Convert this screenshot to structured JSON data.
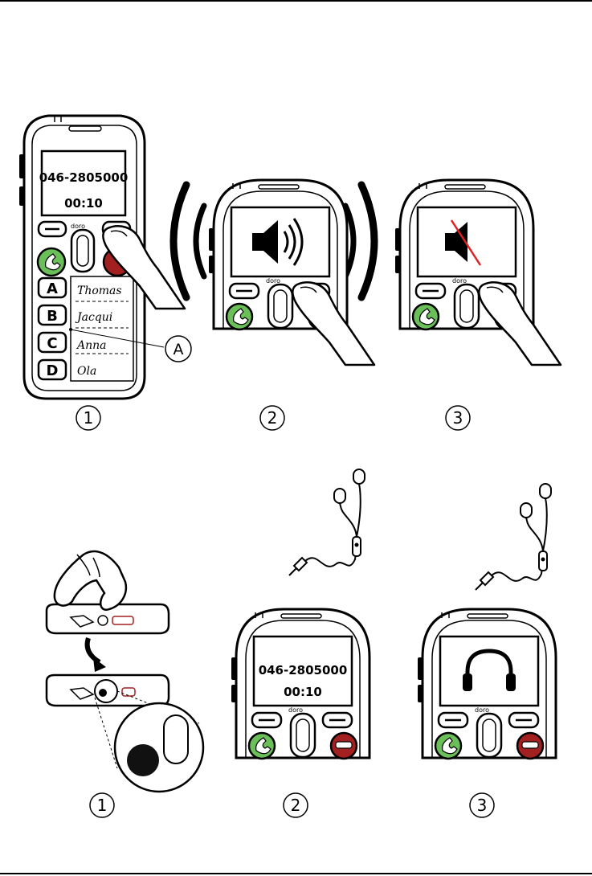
{
  "top_panel": {
    "phone1": {
      "screen_number": "046-2805000",
      "screen_timer": "00:10",
      "brand": "doro",
      "speed_keys": [
        "A",
        "B",
        "C",
        "D"
      ],
      "speed_names": [
        "Thomas",
        "Jacqui",
        "Anna",
        "Ola"
      ],
      "callout_label": "A"
    },
    "step_numbers": [
      "1",
      "2",
      "3"
    ],
    "phone2": {
      "brand": "doro",
      "screen_icon": "speaker-on-icon"
    },
    "phone3": {
      "brand": "doro",
      "screen_icon": "speaker-muted-icon"
    }
  },
  "bottom_panel": {
    "step_numbers": [
      "1",
      "2",
      "3"
    ],
    "phone2": {
      "screen_number": "046-2805000",
      "screen_timer": "00:10",
      "brand": "doro"
    },
    "phone3": {
      "brand": "doro",
      "screen_icon": "headphones-icon"
    }
  },
  "colors": {
    "call_button": "#6bbf59",
    "end_button": "#a32020",
    "mute_slash": "#e02020"
  }
}
